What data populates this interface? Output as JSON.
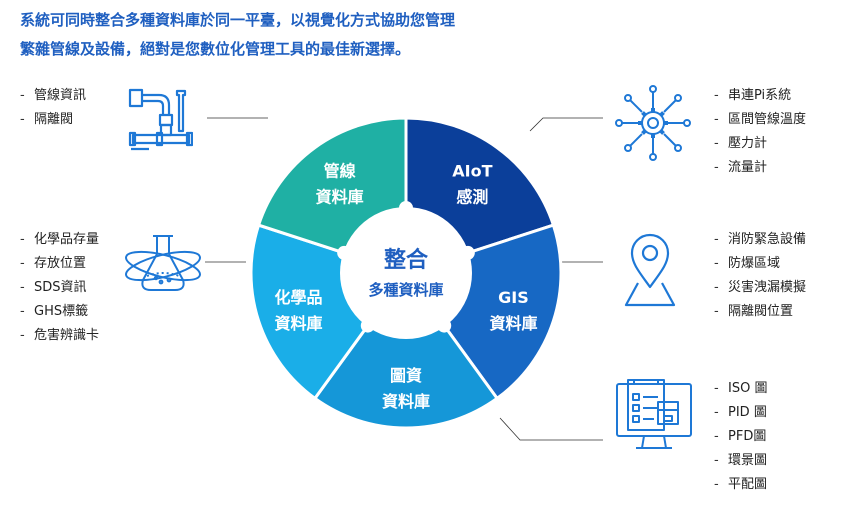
{
  "intro": {
    "line1": "系統可同時整合多種資料庫於同一平臺，以視覺化方式協助您管理",
    "line2": "繁雜管線及設備，絕對是您數位化管理工具的最佳新選擇。"
  },
  "wheel": {
    "center": {
      "title": "整合",
      "subtitle": "多種資料庫"
    },
    "segments": [
      {
        "line1": "AIoT",
        "line2": "感測",
        "color": "#0b3f9a"
      },
      {
        "line1": "GIS",
        "line2": "資料庫",
        "color": "#1768c4"
      },
      {
        "line1": "圖資",
        "line2": "資料庫",
        "color": "#1597d8"
      },
      {
        "line1": "化學品",
        "line2": "資料庫",
        "color": "#1aaee8"
      },
      {
        "line1": "管線",
        "line2": "資料庫",
        "color": "#1fb0a4"
      }
    ]
  },
  "groups": {
    "pipeline": {
      "icon": "pipe-icon",
      "items": [
        "管線資訊",
        "隔離閥"
      ]
    },
    "chemical": {
      "icon": "flask-icon",
      "items": [
        "化學品存量",
        "存放位置",
        "SDS資訊",
        "GHS標籤",
        "危害辨識卡"
      ]
    },
    "iot": {
      "icon": "gear-network-icon",
      "items": [
        "串連Pi系統",
        "區間管線溫度",
        "壓力計",
        "流量計"
      ]
    },
    "gis": {
      "icon": "map-pin-icon",
      "items": [
        "消防緊急設備",
        "防爆區域",
        "災害洩漏模擬",
        "隔離閥位置"
      ]
    },
    "drawings": {
      "icon": "monitor-document-icon",
      "items": [
        "ISO 圖",
        "PID 圖",
        "PFD圖",
        "環景圖",
        "平配圖"
      ]
    }
  }
}
